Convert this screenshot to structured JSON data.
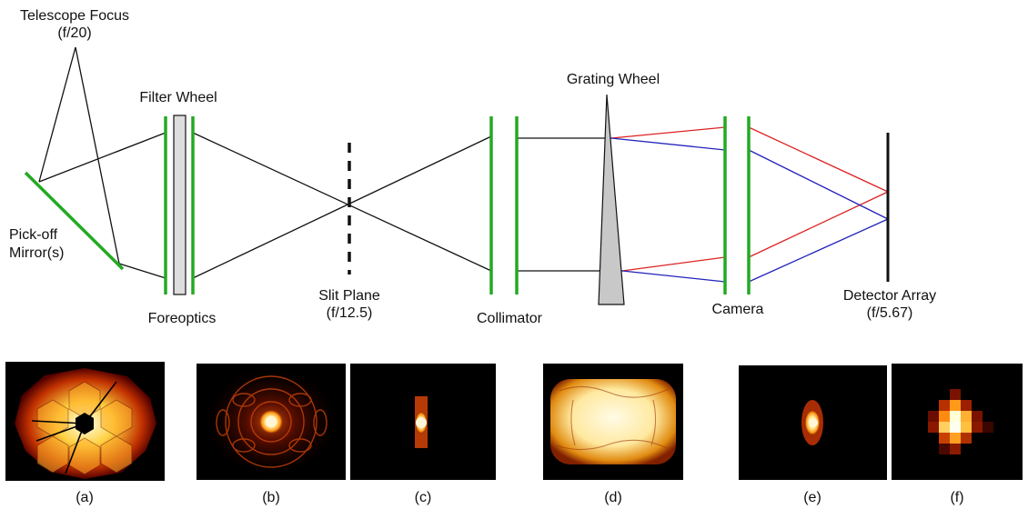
{
  "labels": {
    "telescope_focus": "Telescope Focus",
    "telescope_focus_ratio": "(f/20)",
    "pickoff_line1": "Pick-off",
    "pickoff_line2": "Mirror(s)",
    "filter_wheel": "Filter Wheel",
    "foreoptics": "Foreoptics",
    "slit_plane": "Slit Plane",
    "slit_plane_ratio": "(f/12.5)",
    "collimator": "Collimator",
    "grating_wheel": "Grating Wheel",
    "camera": "Camera",
    "detector_array": "Detector Array",
    "detector_ratio": "(f/5.67)"
  },
  "panels": [
    {
      "caption": "(a)",
      "content": "segmented-pupil"
    },
    {
      "caption": "(b)",
      "content": "psf-speckle-field"
    },
    {
      "caption": "(c)",
      "content": "slit-cut-psf"
    },
    {
      "caption": "(d)",
      "content": "grating-pupil"
    },
    {
      "caption": "(e)",
      "content": "camera-psf"
    },
    {
      "caption": "(f)",
      "content": "pixelated-detector-psf"
    }
  ],
  "colors": {
    "optic_green": "#22aa22",
    "ray_black": "#111111",
    "ray_red": "#dd2222",
    "ray_blue": "#2222bb",
    "panel_bg": "#000000",
    "filter_grey": "#dddddd"
  }
}
